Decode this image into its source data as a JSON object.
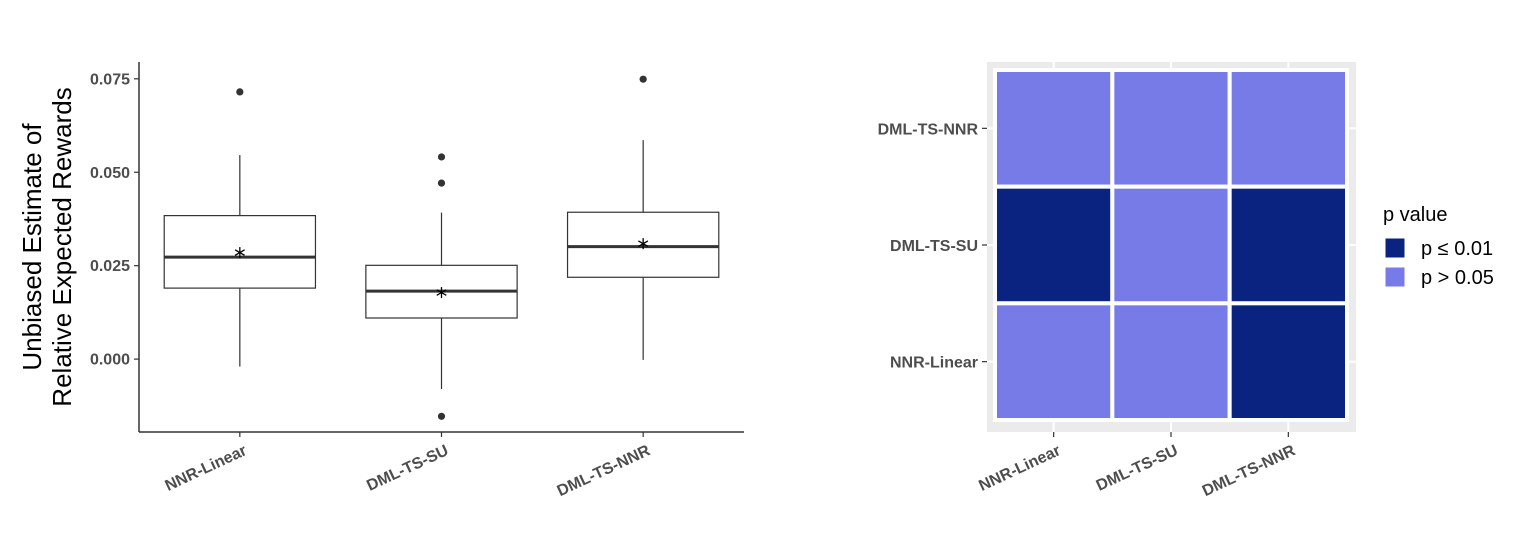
{
  "chart_data": [
    {
      "type": "box",
      "ylabel": [
        "Unbiased Estimate of",
        "Relative Expected Rewards"
      ],
      "xlabel": "",
      "categories": [
        "NNR-Linear",
        "DML-TS-SU",
        "DML-TS-NNR"
      ],
      "y_ticks": [
        0.0,
        0.025,
        0.05,
        0.075
      ],
      "y_tick_labels": [
        "0.000",
        "0.025",
        "0.050",
        "0.075"
      ],
      "ylim": [
        -0.0195,
        0.0795
      ],
      "boxes": [
        {
          "category": "NNR-Linear",
          "whisker_low": -0.002,
          "q1": 0.019,
          "median": 0.0273,
          "q3": 0.0384,
          "whisker_high": 0.0546,
          "mean": 0.0285,
          "outliers": [
            0.0715
          ]
        },
        {
          "category": "DML-TS-SU",
          "whisker_low": -0.008,
          "q1": 0.011,
          "median": 0.0182,
          "q3": 0.0251,
          "whisker_high": 0.0392,
          "mean": 0.0178,
          "outliers": [
            0.0541,
            0.0471,
            -0.0153
          ]
        },
        {
          "category": "DML-TS-NNR",
          "whisker_low": -0.0002,
          "q1": 0.0219,
          "median": 0.0301,
          "q3": 0.0393,
          "whisker_high": 0.0586,
          "mean": 0.0309,
          "outliers": [
            0.0749
          ]
        }
      ],
      "grid": false
    },
    {
      "type": "heatmap",
      "x_categories": [
        "NNR-Linear",
        "DML-TS-SU",
        "DML-TS-NNR"
      ],
      "y_categories": [
        "NNR-Linear",
        "DML-TS-SU",
        "DML-TS-NNR"
      ],
      "cells": [
        {
          "x": "NNR-Linear",
          "y": "DML-TS-NNR",
          "group": "p > 0.05"
        },
        {
          "x": "DML-TS-SU",
          "y": "DML-TS-NNR",
          "group": "p > 0.05"
        },
        {
          "x": "DML-TS-NNR",
          "y": "DML-TS-NNR",
          "group": "p > 0.05"
        },
        {
          "x": "NNR-Linear",
          "y": "DML-TS-SU",
          "group": "p ≤ 0.01"
        },
        {
          "x": "DML-TS-SU",
          "y": "DML-TS-SU",
          "group": "p > 0.05"
        },
        {
          "x": "DML-TS-NNR",
          "y": "DML-TS-SU",
          "group": "p ≤ 0.01"
        },
        {
          "x": "NNR-Linear",
          "y": "NNR-Linear",
          "group": "p > 0.05"
        },
        {
          "x": "DML-TS-SU",
          "y": "NNR-Linear",
          "group": "p > 0.05"
        },
        {
          "x": "DML-TS-NNR",
          "y": "NNR-Linear",
          "group": "p ≤ 0.01"
        }
      ],
      "legend": {
        "title": "p value",
        "position": "right",
        "entries": [
          {
            "label": "p ≤ 0.01",
            "color": "#0b2380"
          },
          {
            "label": "p > 0.05",
            "color": "#777be8"
          }
        ]
      },
      "panel_background": "#ebebeb",
      "grid": true
    }
  ],
  "colors": {
    "box_line": "#333333",
    "axis": "#333333",
    "tick_label": "#4d4d4d"
  }
}
